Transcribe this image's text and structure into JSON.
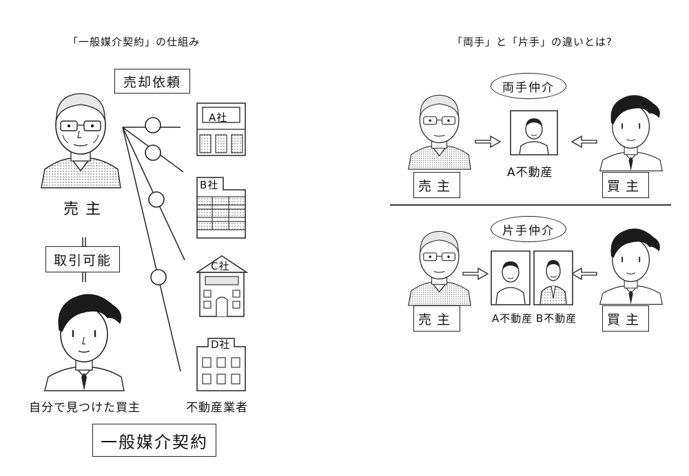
{
  "left": {
    "title": "「一般媒介契約」の仕組み",
    "request_label": "売却依頼",
    "seller_label": "売主",
    "possible_label": "取引可能",
    "self_buyer_label": "自分で見つけた買主",
    "companies": [
      "A社",
      "B社",
      "C社",
      "D社"
    ],
    "agents_label": "不動産業者",
    "contract_label": "一般媒介契約"
  },
  "right": {
    "title": "「両手」と「片手」の違いとは?",
    "both_hands": {
      "label": "両手仲介",
      "seller": "売主",
      "buyer": "買主",
      "agent": "A不動産"
    },
    "one_hand": {
      "label": "片手仲介",
      "seller": "売主",
      "buyer": "買主",
      "agent_a": "A不動産",
      "agent_b": "B不動産"
    }
  }
}
